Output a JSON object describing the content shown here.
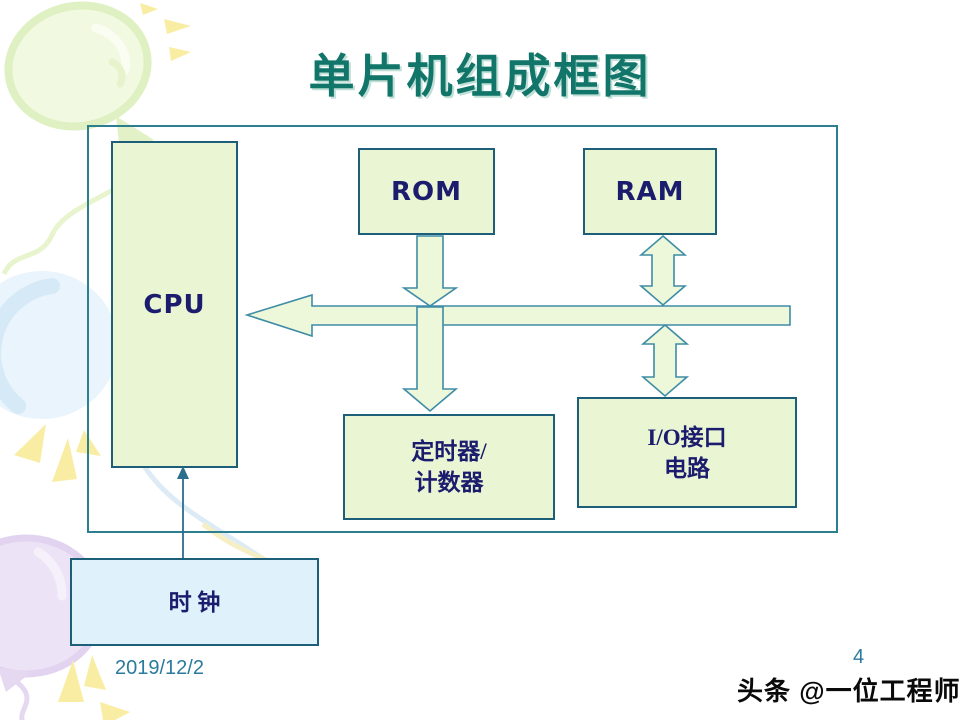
{
  "slide": {
    "title": "单片机组成框图",
    "footer": {
      "date": "2019/12/2",
      "page": "4"
    },
    "watermark": "头条 @一位工程师"
  },
  "blocks": {
    "cpu": {
      "label": "CPU"
    },
    "rom": {
      "label": "ROM"
    },
    "ram": {
      "label": "RAM"
    },
    "timer": {
      "line1": "定时器/",
      "line2": "计数器"
    },
    "io": {
      "line1": "I/O接口",
      "line2": "电路"
    },
    "clock": {
      "label": "时 钟"
    }
  },
  "icons": {
    "bus_arrow": "left-block-arrow",
    "rom_to_bus_arrow": "down-block-arrow",
    "bus_to_timer_arrow": "down-block-arrow",
    "ram_bus_arrow": "double-vertical-block-arrow",
    "io_bus_arrow": "double-vertical-block-arrow",
    "clock_to_cpu_arrow": "thin-up-arrow"
  },
  "colors": {
    "box_fill": "#EAF6D3",
    "box_border": "#1D5F78",
    "outer_border": "#2C7F8E",
    "arrow_fill": "#EDF7DA",
    "arrow_stroke": "#3E8CA6",
    "block_text": "#1C1C6E",
    "title_text": "#11756A",
    "footer_text": "#2B7A9E",
    "clock_fill": "#DFF2FB",
    "watermark_text": "#0A0A0A",
    "balloon_green": "#F1F9E0",
    "balloon_blue": "#E9F4FC",
    "balloon_purple": "#EDE3F6",
    "sparkle_yellow": "#F9EDA4"
  }
}
